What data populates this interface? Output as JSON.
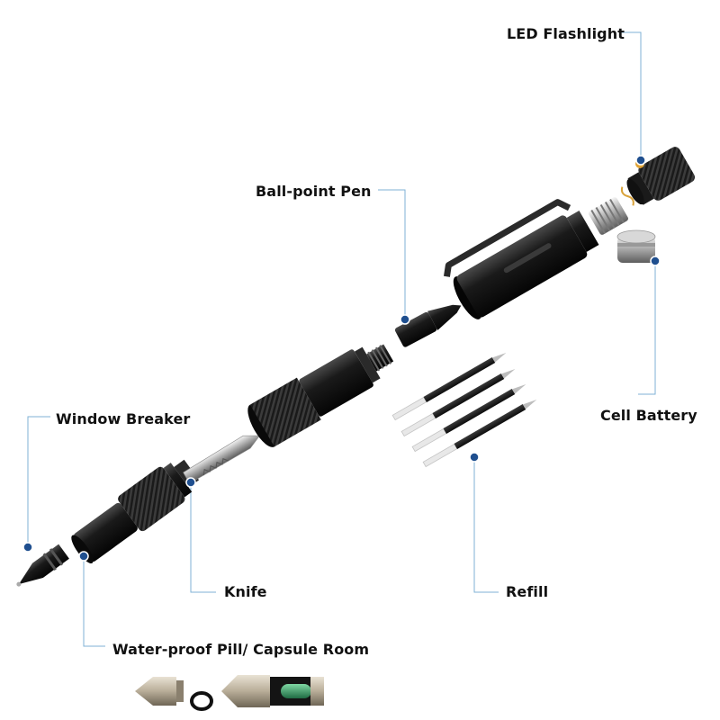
{
  "labels": {
    "led_flashlight": "LED Flashlight",
    "ballpoint_pen": "Ball-point Pen",
    "cell_battery": "Cell Battery",
    "window_breaker": "Window Breaker",
    "knife": "Knife",
    "refill": "Refill",
    "pill_room": "Water-proof Pill/ Capsule Room"
  },
  "colors": {
    "background": "#ffffff",
    "leader_line": "#7fb2d6",
    "callout_dot": "#1f4f8f",
    "pen_body": "#1c1c1c",
    "metal": "#c9c9c9",
    "capsule": "#2f8f5a"
  }
}
